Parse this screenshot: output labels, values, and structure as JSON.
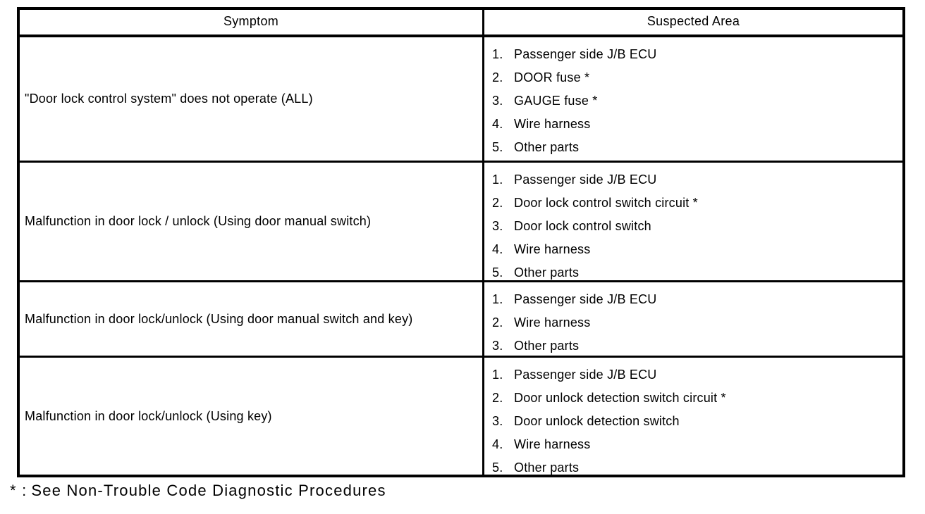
{
  "table": {
    "headers": {
      "symptom": "Symptom",
      "suspected_area": "Suspected Area"
    },
    "rows": [
      {
        "symptom": "\"Door lock control system\" does not operate (ALL)",
        "areas": [
          {
            "num": "1.",
            "text": "Passenger side J/B ECU"
          },
          {
            "num": "2.",
            "text": "DOOR fuse *"
          },
          {
            "num": "3.",
            "text": "GAUGE fuse *"
          },
          {
            "num": "4.",
            "text": "Wire harness"
          },
          {
            "num": "5.",
            "text": "Other parts"
          }
        ]
      },
      {
        "symptom": "Malfunction in door lock / unlock (Using door manual switch)",
        "areas": [
          {
            "num": "1.",
            "text": "Passenger side J/B ECU"
          },
          {
            "num": "2.",
            "text": "Door lock control switch circuit *"
          },
          {
            "num": "3.",
            "text": "Door lock control switch"
          },
          {
            "num": "4.",
            "text": "Wire harness"
          },
          {
            "num": "5.",
            "text": "Other parts"
          }
        ]
      },
      {
        "symptom": "Malfunction in door lock/unlock (Using door manual switch and key)",
        "areas": [
          {
            "num": "1.",
            "text": "Passenger side J/B ECU"
          },
          {
            "num": "2.",
            "text": "Wire harness"
          },
          {
            "num": "3.",
            "text": "Other parts"
          }
        ]
      },
      {
        "symptom": "Malfunction in door lock/unlock (Using key)",
        "areas": [
          {
            "num": "1.",
            "text": "Passenger side J/B ECU"
          },
          {
            "num": "2.",
            "text": "Door unlock detection switch circuit *"
          },
          {
            "num": "3.",
            "text": "Door unlock detection switch"
          },
          {
            "num": "4.",
            "text": "Wire harness"
          },
          {
            "num": "5.",
            "text": "Other parts"
          }
        ]
      }
    ]
  },
  "footnote": {
    "marker": "* :",
    "text": "See Non-Trouble Code Diagnostic Procedures"
  },
  "colors": {
    "border": "#000000",
    "text": "#000000",
    "background": "#ffffff"
  }
}
